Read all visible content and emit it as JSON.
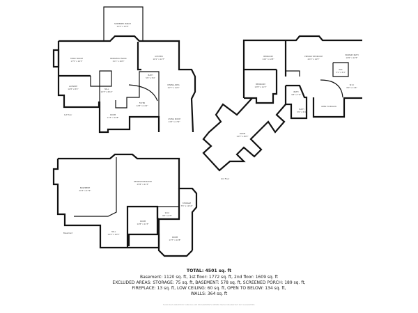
{
  "floors": {
    "first": {
      "label": "1st Floor",
      "rooms": [
        {
          "name": "SCREENED PORCH",
          "dims": "12'2\" x 13'8\""
        },
        {
          "name": "FAMILY ROOM",
          "dims": "17'5\" x 16'3\""
        },
        {
          "name": "BREAKFAST NOOK",
          "dims": "15'1\" x 20'8\""
        },
        {
          "name": "KITCHEN",
          "dims": "16'1\" x 14'7\""
        },
        {
          "name": "LAUNDRY",
          "dims": "12'8\" x 8'4\""
        },
        {
          "name": "HALL",
          "dims": "10'3\" x 6'10\""
        },
        {
          "name": "BATH",
          "dims": "5'0\" x 5'4\""
        },
        {
          "name": "DINING AREA",
          "dims": "15'7\" x 11'6\""
        },
        {
          "name": "FOYER",
          "dims": "12'8\" x 14'2\""
        },
        {
          "name": "ROOM",
          "dims": "11'3\" x 14'8\""
        },
        {
          "name": "LIVING ROOM",
          "dims": "13'3\" x 17'9\""
        }
      ]
    },
    "second": {
      "label": "2nd Floor",
      "rooms": [
        {
          "name": "BEDROOM",
          "dims": "14'2\" x 12'8\""
        },
        {
          "name": "PRIMARY BEDROOM",
          "dims": "22'4\" x 14'5\""
        },
        {
          "name": "PRIMARY BATH",
          "dims": "10'6\" x 12'5\""
        },
        {
          "name": "BEDROOM",
          "dims": "13'8\" x 11'3\""
        },
        {
          "name": "WIC",
          "dims": "5'1\" x 5'4\""
        },
        {
          "name": "W.I.C",
          "dims": "8'0\" x 11'6\""
        },
        {
          "name": "BATH",
          "dims": "9'8\" x 7'6\""
        },
        {
          "name": "BATH",
          "dims": "5'0\" x 5'4\""
        },
        {
          "name": "OPEN TO BELOW",
          "dims": ""
        },
        {
          "name": "ROOM",
          "dims": "14'3\" x 40'0\""
        }
      ]
    },
    "basement": {
      "label": "Basement",
      "rooms": [
        {
          "name": "BASEMENT",
          "dims": "20'3\" x 27'9\""
        },
        {
          "name": "RECREATION ROOM",
          "dims": "25'8\" x 21'3\""
        },
        {
          "name": "STORAGE",
          "dims": "7'6\" x 11'10\""
        },
        {
          "name": "W.I.C",
          "dims": "8'5\" x 6'5\""
        },
        {
          "name": "ROOM",
          "dims": "12'8\" x 11'3\""
        },
        {
          "name": "HALL",
          "dims": "14'4\" x 10'0\""
        },
        {
          "name": "ROOM",
          "dims": "13'7\" x 14'8\""
        }
      ]
    }
  },
  "summary": {
    "total": "TOTAL: 4501 sq. ft",
    "line1": "Basement: 1120 sq. ft, 1st floor: 1772 sq. ft, 2nd floor: 1609 sq. ft",
    "line2": "EXCLUDED AREAS: STORAGE: 75 sq. ft, BASEMENT: 578 sq. ft, SCREENED PORCH: 189 sq. ft,",
    "line3": "FIREPLACE: 13 sq. ft, LOW CEILING: 60 sq. ft, OPEN TO BELOW: 134 sq. ft,",
    "line4": "WALLS: 364 sq. ft",
    "credit": "FLOOR PLAN CREATED BY CUBICASA APP. MEASUREMENTS DEEMED HIGHLY RELIABLE BUT NOT GUARANTEED."
  }
}
